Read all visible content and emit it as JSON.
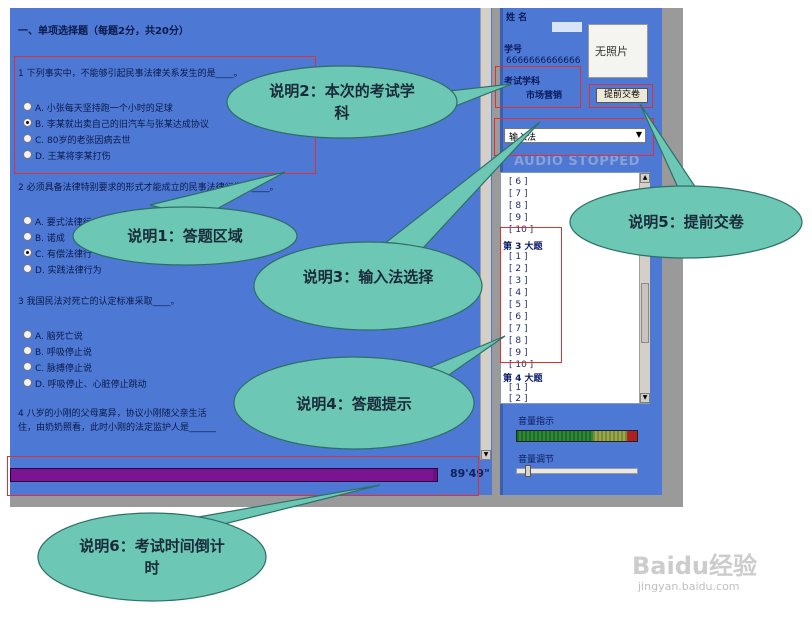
{
  "section_title": "一、单项选择题（每题2分，共20分）",
  "questions": [
    {
      "stem": "1 下列事实中，不能够引起民事法律关系发生的是____。",
      "options": [
        "A. 小张每天坚持跑一个小时的足球",
        "B. 李某就出卖自己的旧汽车与张某达成协议",
        "C. 80岁的老张因病去世",
        "D. 王某将李某打伤"
      ]
    },
    {
      "stem": "2 必须具备法律特别要求的形式才能成立的民事法律行为是____。",
      "options": [
        "A. 要式法律行",
        "B. 诺成",
        "C. 有偿法律行",
        "D. 实践法律行为"
      ]
    },
    {
      "stem": "3 我国民法对死亡的认定标准采取____。",
      "options": [
        "A. 脑死亡说",
        "B. 呼吸停止说",
        "C. 脉搏停止说",
        "D. 呼吸停止、心脏停止跳动"
      ]
    },
    {
      "stem": "4 八岁的小刚的父母离异，协议小刚随父亲生活",
      "stem2": "住，由奶奶照看，此时小刚的法定监护人是______"
    }
  ],
  "timer": {
    "value": "89'49\"",
    "progress": 0.99
  },
  "sidebar": {
    "name_label": "姓  名",
    "student_id_label": "学号",
    "student_id": "6666666666666",
    "photo_placeholder": "无照片",
    "subject_label": "考试学科",
    "subject_value": "市场营销",
    "submit_button": "提前交卷",
    "input_method_label": "输入法",
    "audio_status": "AUDIO STOPPED",
    "answer_sheet": {
      "section3_title": "第 3 大题",
      "section4_title": "第 4 大题",
      "items_before": [
        "[ 6 ]",
        "[ 7 ]",
        "[ 8 ]",
        "[ 9 ]",
        "[ 10 ]"
      ],
      "section3_items": [
        "[ 1 ]",
        "[ 2 ]",
        "[ 3 ]",
        "[ 4 ]",
        "[ 5 ]",
        "[ 6 ]",
        "[ 7 ]",
        "[ 8 ]",
        "[ 9 ]",
        "[ 10 ]"
      ],
      "section4_items": [
        "[ 1 ]",
        "[ 2 ]"
      ]
    },
    "volume_indicator_label": "音量指示",
    "volume_adjust_label": "音量调节"
  },
  "callouts": {
    "c1": "说明1：答题区域",
    "c2": "说明2：本次的考试学科",
    "c3": "说明3：输入法选择",
    "c4": "说明4：答题提示",
    "c5": "说明5：提前交卷",
    "c6": "说明6：考试时间倒计时"
  },
  "watermark": {
    "brand": "Baidu经验",
    "url": "jingyan.baidu.com"
  },
  "colors": {
    "panel_blue": "#4d78d4",
    "red_box": "#e03030",
    "callout_fill": "#6cc7b4",
    "timer_bar": "#6a1080"
  }
}
